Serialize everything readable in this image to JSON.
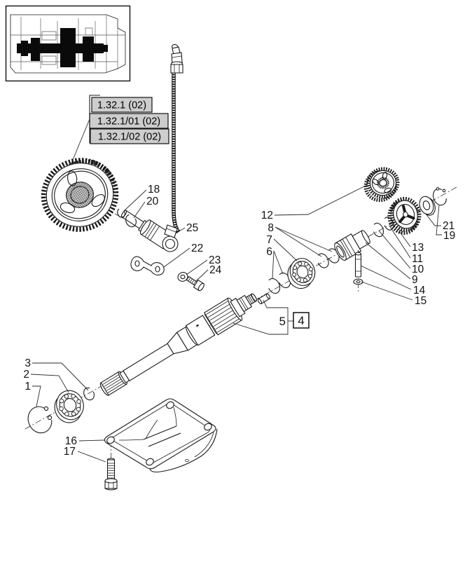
{
  "colors": {
    "line": "#1a1a1a",
    "ref_box_fill": "#cdcdcd",
    "background": "#ffffff"
  },
  "ref_boxes": [
    {
      "label": "1.32.1 (02)"
    },
    {
      "label": "1.32.1/01 (02)"
    },
    {
      "label": "1.32.1/02 (02)"
    }
  ],
  "callouts": {
    "c1": "1",
    "c2": "2",
    "c3": "3",
    "c4": "4",
    "c5": "5",
    "c6": "6",
    "c7": "7",
    "c8": "8",
    "c9": "9",
    "c10": "10",
    "c11": "11",
    "c12": "12",
    "c13": "13",
    "c14": "14",
    "c15": "15",
    "c16": "16",
    "c17": "17",
    "c18": "18",
    "c19": "19",
    "c20": "20",
    "c21": "21",
    "c22": "22",
    "c23": "23",
    "c24": "24",
    "c25": "25"
  }
}
